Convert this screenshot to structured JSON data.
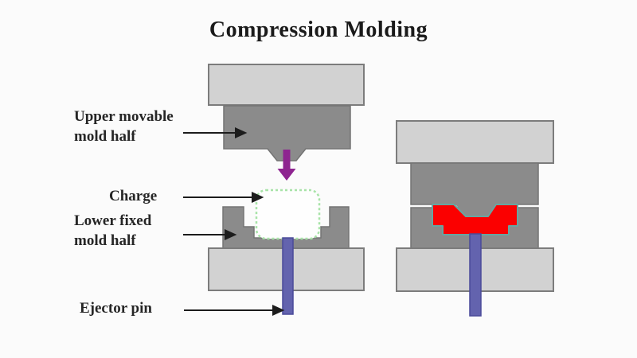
{
  "title": "Compression Molding",
  "labels": {
    "upper_mold": {
      "line1": "Upper movable",
      "line2": "mold half"
    },
    "charge": {
      "line1": "Charge"
    },
    "lower_mold": {
      "line1": "Lower fixed",
      "line2": "mold half"
    },
    "ejector_pin": {
      "line1": "Ejector pin"
    }
  },
  "colors": {
    "background": "#fbfbfb",
    "plate_fill": "#d2d2d2",
    "plate_border": "#7c7c7c",
    "mold_fill": "#8b8b8b",
    "mold_border": "#747474",
    "charge_fill": "#fefefe",
    "charge_border": "#a8e3a8",
    "molded_part_fill": "#fb0000",
    "molded_part_border": "#68a5a0",
    "ejector_pin_fill": "#6363ae",
    "ejector_pin_border": "#4a4a99",
    "press_arrow": "#8e2490",
    "label_arrow": "#1c1c1c",
    "text_color": "#262626"
  }
}
